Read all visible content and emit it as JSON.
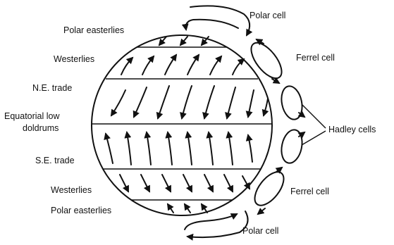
{
  "labels": {
    "polar_easterlies_top": "Polar easterlies",
    "westerlies_top": "Westerlies",
    "ne_trade": "N.E. trade",
    "equatorial_low": "Equatorial low",
    "doldrums": "doldrums",
    "se_trade": "S.E. trade",
    "westerlies_bottom": "Westerlies",
    "polar_easterlies_bottom": "Polar easterlies",
    "polar_cell_top": "Polar cell",
    "ferrel_cell_top": "Ferrel cell",
    "hadley_cells": "Hadley cells",
    "ferrel_cell_bottom": "Ferrel cell",
    "polar_cell_bottom": "Polar cell"
  },
  "colors": {
    "ink": "#111111",
    "background": "#ffffff"
  },
  "zones": [
    {
      "name": "polar-easterlies-north",
      "wind_direction": "toward-southwest",
      "arrow_count": 3
    },
    {
      "name": "westerlies-north",
      "wind_direction": "toward-northeast",
      "arrow_count": 6
    },
    {
      "name": "ne-trade",
      "wind_direction": "toward-southwest",
      "arrow_count": 8
    },
    {
      "name": "se-trade",
      "wind_direction": "toward-northwest",
      "arrow_count": 8
    },
    {
      "name": "westerlies-south",
      "wind_direction": "toward-southeast",
      "arrow_count": 7
    },
    {
      "name": "polar-easterlies-south",
      "wind_direction": "toward-northwest",
      "arrow_count": 3
    }
  ]
}
